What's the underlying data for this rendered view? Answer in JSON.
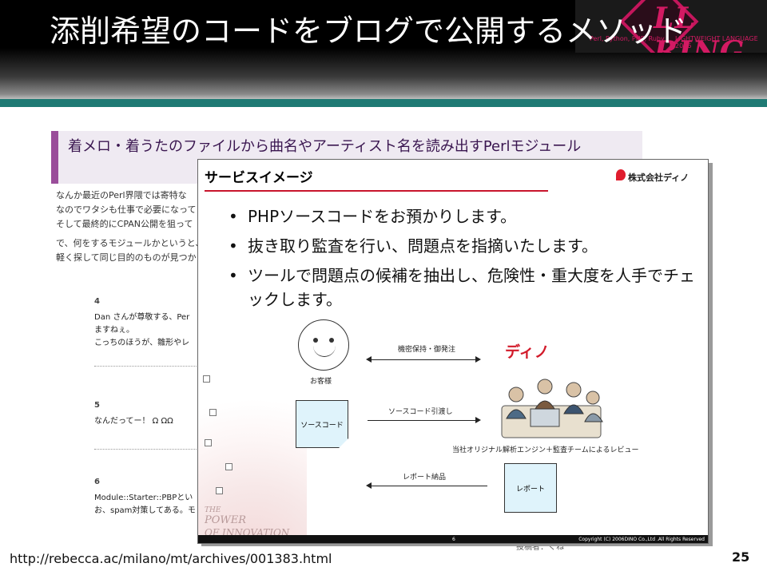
{
  "title": "添削希望のコードをブログで公開するメソッド",
  "logo": {
    "brand": "LL RING",
    "sub_left": "Perl, Python, PHP, Ruby",
    "sub_right": "LIGHTWEIGHT LANGUAGE 2006"
  },
  "blog": {
    "heading": "着メロ・着うたのファイルから曲名やアーティスト名を読み出すPerlモジュール",
    "paragraph_lines": [
      "なんか最近のPerl界隈では寄特な",
      "なのでワタシも仕事で必要になって",
      "そして最終的にCPAN公開を狙って",
      "で、何をするモジュールかというと、",
      "軽く探して同じ目的のものが見つか"
    ],
    "comments": [
      {
        "num": "4",
        "lines": [
          "Dan さんが尊敬する、Per",
          "ますねぇ。",
          "こっちのほうが、雛形やレ"
        ]
      },
      {
        "num": "5",
        "lines": [
          "なんだってー！ Ω ΩΩ"
        ]
      },
      {
        "num": "6",
        "lines": [
          "Module::Starter::PBPとい",
          "お、spam対策してある。モ"
        ]
      }
    ],
    "footer_text": "投稿者：くね"
  },
  "service_slide": {
    "heading": "サービスイメージ",
    "company": "株式会社ディノ",
    "bullets": [
      "PHPソースコードをお預かりします。",
      "抜き取り監査を行い、問題点を指摘いたします。",
      "ツールで問題点の候補を抽出し、危険性・重大度を人手でチェックします。"
    ],
    "diagram": {
      "customer_label": "お客様",
      "nda_label": "機密保持・御発注",
      "dino_logo": "ディノ",
      "source_box": "ソースコード",
      "handover_label": "ソースコード引渡し",
      "review_label": "当社オリジナル解析エンジン＋監査チームによるレビュー",
      "report_delivery_label": "レポート納品",
      "report_box": "レポート"
    },
    "deco_text": [
      "THE",
      "POWER",
      "OF INNOVATION"
    ],
    "footer_page": "6",
    "footer_copyright": "Copyright (C) 2006DINO Co.,Ltd .All Rights Reserved"
  },
  "url": "http://rebecca.ac/milano/mt/archives/001383.html",
  "page_number": "25",
  "colors": {
    "header_bg": "#000000",
    "header_stripe": "#1f7a74",
    "logo_accent": "#d31a63",
    "blog_heading_bar": "#9a4d9a",
    "slide_heading_rule": "#c8152c",
    "dino_red": "#d21a2a"
  }
}
